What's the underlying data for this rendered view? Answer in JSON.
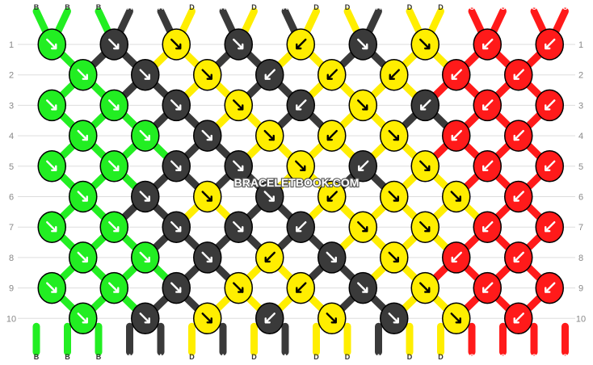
{
  "watermark": "BRACELETBOOK.COM",
  "colors": {
    "B": "#22ee22",
    "A": "#3a3a3a",
    "D": "#ffee00",
    "C": "#ff1a1a",
    "outline": "#000000",
    "grid": "#dddddd"
  },
  "strand_letters": [
    "B",
    "B",
    "B",
    "A",
    "A",
    "D",
    "A",
    "D",
    "A",
    "D",
    "D",
    "A",
    "D",
    "D",
    "C",
    "C",
    "C",
    "C"
  ],
  "bottom_letters": [
    "B",
    "B",
    "B",
    "A",
    "A",
    "D",
    "A",
    "D",
    "A",
    "D",
    "D",
    "A",
    "D",
    "D",
    "C",
    "C",
    "C",
    "C"
  ],
  "row_numbers": [
    "1",
    "2",
    "3",
    "4",
    "5",
    "6",
    "7",
    "8",
    "9",
    "10"
  ],
  "knots": [
    [
      {
        "c": "B",
        "d": "rr"
      },
      {
        "c": "A",
        "d": "rl"
      },
      {
        "c": "D",
        "d": "rl"
      },
      {
        "c": "A",
        "d": "rr"
      },
      {
        "c": "D",
        "d": "ll"
      },
      {
        "c": "A",
        "d": "rl"
      },
      {
        "c": "D",
        "d": "rl"
      },
      {
        "c": "C",
        "d": "lr"
      },
      {
        "c": "C",
        "d": "ll"
      }
    ],
    [
      {
        "c": "B",
        "d": "rr"
      },
      {
        "c": "A",
        "d": "rr"
      },
      {
        "c": "D",
        "d": "rr"
      },
      {
        "c": "A",
        "d": "lr"
      },
      {
        "c": "D",
        "d": "ll"
      },
      {
        "c": "D",
        "d": "ll"
      },
      {
        "c": "C",
        "d": "ll"
      },
      {
        "c": "C",
        "d": "ll"
      }
    ],
    [
      {
        "c": "B",
        "d": "rr"
      },
      {
        "c": "B",
        "d": "rl"
      },
      {
        "c": "A",
        "d": "rl"
      },
      {
        "c": "D",
        "d": "rr"
      },
      {
        "c": "A",
        "d": "ll"
      },
      {
        "c": "D",
        "d": "rr"
      },
      {
        "c": "A",
        "d": "ll"
      },
      {
        "c": "C",
        "d": "lr"
      },
      {
        "c": "C",
        "d": "ll"
      }
    ],
    [
      {
        "c": "B",
        "d": "rr"
      },
      {
        "c": "B",
        "d": "rl"
      },
      {
        "c": "A",
        "d": "rl"
      },
      {
        "c": "D",
        "d": "rr"
      },
      {
        "c": "D",
        "d": "ll"
      },
      {
        "c": "D",
        "d": "rr"
      },
      {
        "c": "C",
        "d": "lr"
      },
      {
        "c": "C",
        "d": "ll"
      }
    ],
    [
      {
        "c": "B",
        "d": "rr"
      },
      {
        "c": "B",
        "d": "rl"
      },
      {
        "c": "A",
        "d": "rl"
      },
      {
        "c": "A",
        "d": "rr"
      },
      {
        "c": "D",
        "d": "rr"
      },
      {
        "c": "A",
        "d": "ll"
      },
      {
        "c": "D",
        "d": "rr"
      },
      {
        "c": "C",
        "d": "lr"
      },
      {
        "c": "C",
        "d": "ll"
      }
    ],
    [
      {
        "c": "B",
        "d": "rr"
      },
      {
        "c": "A",
        "d": "rl"
      },
      {
        "c": "D",
        "d": "rl"
      },
      {
        "c": "A",
        "d": "rr"
      },
      {
        "c": "D",
        "d": "ll"
      },
      {
        "c": "D",
        "d": "rr"
      },
      {
        "c": "D",
        "d": "rl"
      },
      {
        "c": "C",
        "d": "ll"
      }
    ],
    [
      {
        "c": "B",
        "d": "rr"
      },
      {
        "c": "B",
        "d": "rl"
      },
      {
        "c": "A",
        "d": "rl"
      },
      {
        "c": "A",
        "d": "rr"
      },
      {
        "c": "A",
        "d": "ll"
      },
      {
        "c": "D",
        "d": "rl"
      },
      {
        "c": "D",
        "d": "rl"
      },
      {
        "c": "C",
        "d": "lr"
      },
      {
        "c": "C",
        "d": "ll"
      }
    ],
    [
      {
        "c": "B",
        "d": "rr"
      },
      {
        "c": "B",
        "d": "rl"
      },
      {
        "c": "A",
        "d": "rr"
      },
      {
        "c": "D",
        "d": "ll"
      },
      {
        "c": "A",
        "d": "rr"
      },
      {
        "c": "D",
        "d": "rr"
      },
      {
        "c": "C",
        "d": "lr"
      },
      {
        "c": "C",
        "d": "ll"
      }
    ],
    [
      {
        "c": "B",
        "d": "rr"
      },
      {
        "c": "B",
        "d": "rl"
      },
      {
        "c": "A",
        "d": "rl"
      },
      {
        "c": "D",
        "d": "rr"
      },
      {
        "c": "D",
        "d": "ll"
      },
      {
        "c": "A",
        "d": "rr"
      },
      {
        "c": "D",
        "d": "rl"
      },
      {
        "c": "C",
        "d": "lr"
      },
      {
        "c": "C",
        "d": "ll"
      }
    ],
    [
      {
        "c": "B",
        "d": "rr"
      },
      {
        "c": "A",
        "d": "rl"
      },
      {
        "c": "D",
        "d": "rr"
      },
      {
        "c": "A",
        "d": "ll"
      },
      {
        "c": "D",
        "d": "rr"
      },
      {
        "c": "A",
        "d": "rr"
      },
      {
        "c": "D",
        "d": "rl"
      },
      {
        "c": "C",
        "d": "ll"
      }
    ]
  ]
}
